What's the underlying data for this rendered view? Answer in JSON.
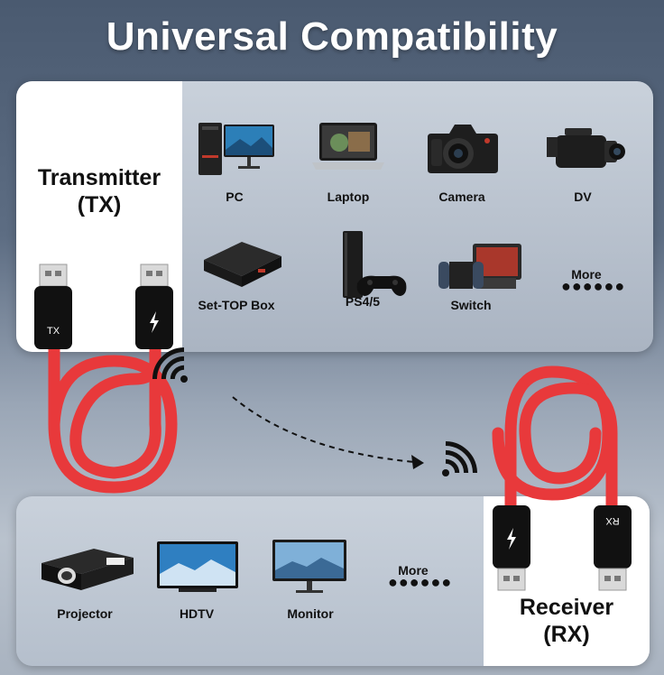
{
  "title": "Universal Compatibility",
  "transmitter": {
    "line1": "Transmitter",
    "line2": "(TX)",
    "plug_text": "TX"
  },
  "receiver": {
    "line1": "Receiver",
    "line2": "(RX)",
    "plug_text": "RX"
  },
  "source_devices": [
    {
      "label": "PC",
      "icon": "pc-icon"
    },
    {
      "label": "Laptop",
      "icon": "laptop-icon"
    },
    {
      "label": "Camera",
      "icon": "camera-icon"
    },
    {
      "label": "DV",
      "icon": "camcorder-icon"
    },
    {
      "label": "Set-TOP Box",
      "icon": "set-top-box-icon"
    },
    {
      "label": "PS4/5",
      "icon": "console-icon"
    },
    {
      "label": "Switch",
      "icon": "switch-console-icon"
    }
  ],
  "source_more": "More",
  "display_devices": [
    {
      "label": "Projector",
      "icon": "projector-icon"
    },
    {
      "label": "HDTV",
      "icon": "tv-icon"
    },
    {
      "label": "Monitor",
      "icon": "monitor-icon"
    }
  ],
  "display_more": "More",
  "colors": {
    "cable": "#e8393b",
    "plug": "#111111",
    "text": "#111111"
  }
}
